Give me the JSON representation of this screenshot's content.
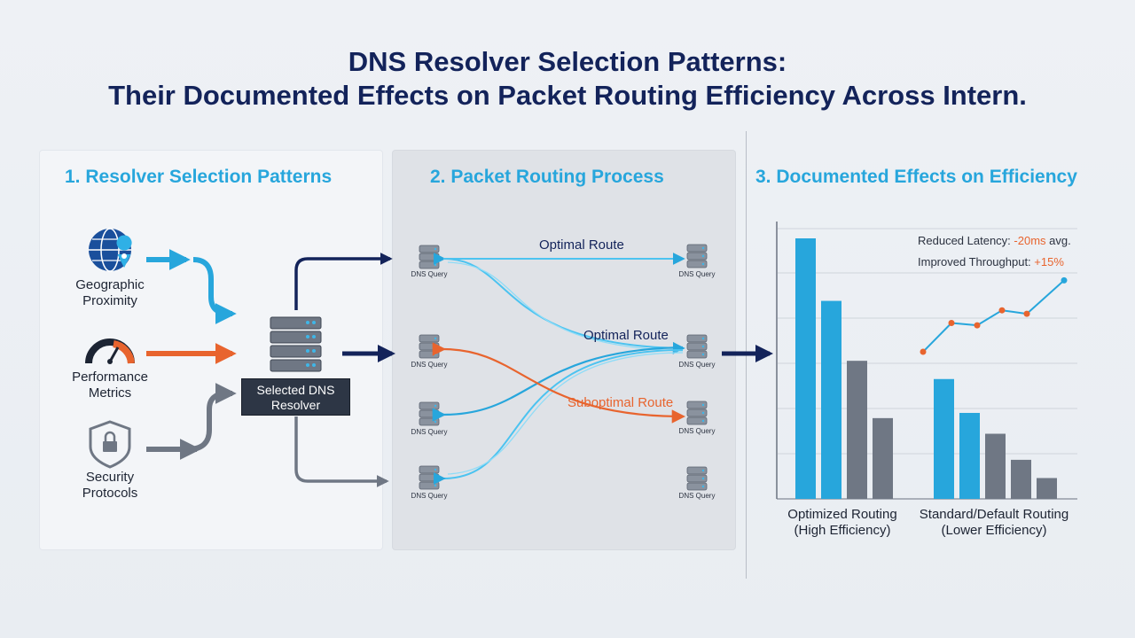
{
  "title": {
    "line1": "DNS Resolver Selection Patterns:",
    "line2": "Their Documented Effects on Packet Routing Efficiency Across Intern."
  },
  "panel1": {
    "heading": "1. Resolver Selection Patterns",
    "items": [
      {
        "label": "Geographic Proximity",
        "icon": "globe-pin-icon"
      },
      {
        "label": "Performance Metrics",
        "icon": "gauge-icon"
      },
      {
        "label": "Security Protocols",
        "icon": "shield-lock-icon"
      }
    ],
    "resolver_label": "Selected DNS Resolver"
  },
  "panel2": {
    "heading": "2. Packet Routing Process",
    "node_label": "DNS Query",
    "routes": {
      "optimal_top": "Optimal Route",
      "optimal_mid": "Optimal Route",
      "suboptimal": "Suboptimal Route"
    }
  },
  "panel3": {
    "heading": "3. Documented Effects on Efficiency",
    "legend": {
      "latency_label": "Reduced Latency:",
      "latency_value": "-20ms",
      "latency_suffix": "avg.",
      "throughput_label": "Improved Throughput:",
      "throughput_value": "+15%"
    }
  },
  "colors": {
    "title": "#13235a",
    "accent_blue": "#27a6dc",
    "orange": "#e8642e",
    "gray": "#6f7784",
    "navy": "#13235a"
  },
  "chart_data": {
    "type": "bar",
    "categories": [
      "Optimized Routing (High Efficiency)",
      "Standard/Default Routing (Lower Efficiency)"
    ],
    "groups": [
      {
        "label_line1": "Optimized Routing",
        "label_line2": "(High Efficiency)",
        "values": [
          100,
          76,
          53,
          31
        ],
        "colors": [
          "#27a6dc",
          "#27a6dc",
          "#6f7784",
          "#6f7784"
        ]
      },
      {
        "label_line1": "Standard/Default Routing",
        "label_line2": "(Lower Efficiency)",
        "values": [
          46,
          33,
          25,
          15,
          8
        ],
        "colors": [
          "#27a6dc",
          "#27a6dc",
          "#6f7784",
          "#6f7784",
          "#6f7784"
        ]
      }
    ],
    "line_series": {
      "values": [
        0.1,
        0.35,
        0.33,
        0.46,
        0.43,
        0.72
      ],
      "colors": [
        "#e8642e",
        "#e8642e",
        "#e8642e",
        "#e8642e",
        "#e8642e",
        "#27a6dc"
      ]
    },
    "grid": true
  }
}
